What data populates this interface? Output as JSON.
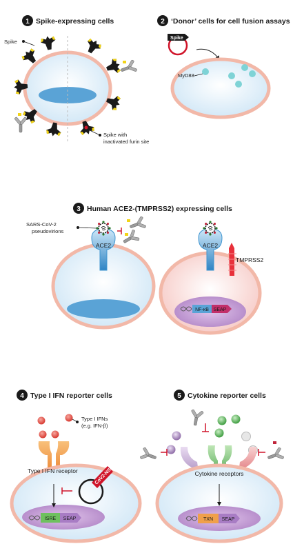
{
  "panels": [
    {
      "number": "1",
      "title": "Spike-expressing cells"
    },
    {
      "number": "2",
      "title": "‘Donor’ cells for cell fusion assays"
    },
    {
      "number": "3",
      "title": "Human ACE2-(TMPRSS2) expressing cells"
    },
    {
      "number": "4",
      "title": "Type I IFN reporter cells"
    },
    {
      "number": "5",
      "title": "Cytokine reporter cells"
    }
  ],
  "panel1": {
    "spike_label": "Spike",
    "furin_label_line1": "Spike with",
    "furin_label_line2": "inactivated furin site"
  },
  "panel2": {
    "plasmid_label": "Spike",
    "myd88_label": "MyD88"
  },
  "panel3": {
    "pseudovirion_line1": "SARS-CoV-2",
    "pseudovirion_line2": "pseudovirions",
    "ace2_left": "ACE2",
    "ace2_right": "ACE2",
    "tmprss2": "TMPRSS2",
    "nfkb": "NF-κB",
    "seap": "SEAP"
  },
  "panel4": {
    "ifn_line1": "Type I IFNs",
    "ifn_line2": "(e.g. IFN-β)",
    "receptor_label": "Type I IFN receptor",
    "nsp_label": "CoV2-NSP",
    "isre": "ISRE",
    "seap": "SEAP"
  },
  "panel5": {
    "receptor_label": "Cytokine receptors",
    "txn": "TXN",
    "seap": "SEAP"
  },
  "colors": {
    "membrane": "#f2b8a8",
    "cell_fill": "#e4f2fb",
    "nucleus": "#5aa3d6",
    "spike_dark": "#1a1a1a",
    "spike_yellow": "#f2d417",
    "furin_red": "#d0142a",
    "myd88": "#7fd3d6",
    "ace2": "#3f95d0",
    "tmprss2": "#e8303a",
    "ifn_red": "#e8504a",
    "receptor_orange": "#f0923a",
    "green_cytokine": "#5bb85a",
    "purple_cytokine": "#9b7fb0",
    "seap_purple": "#a87cc4"
  }
}
